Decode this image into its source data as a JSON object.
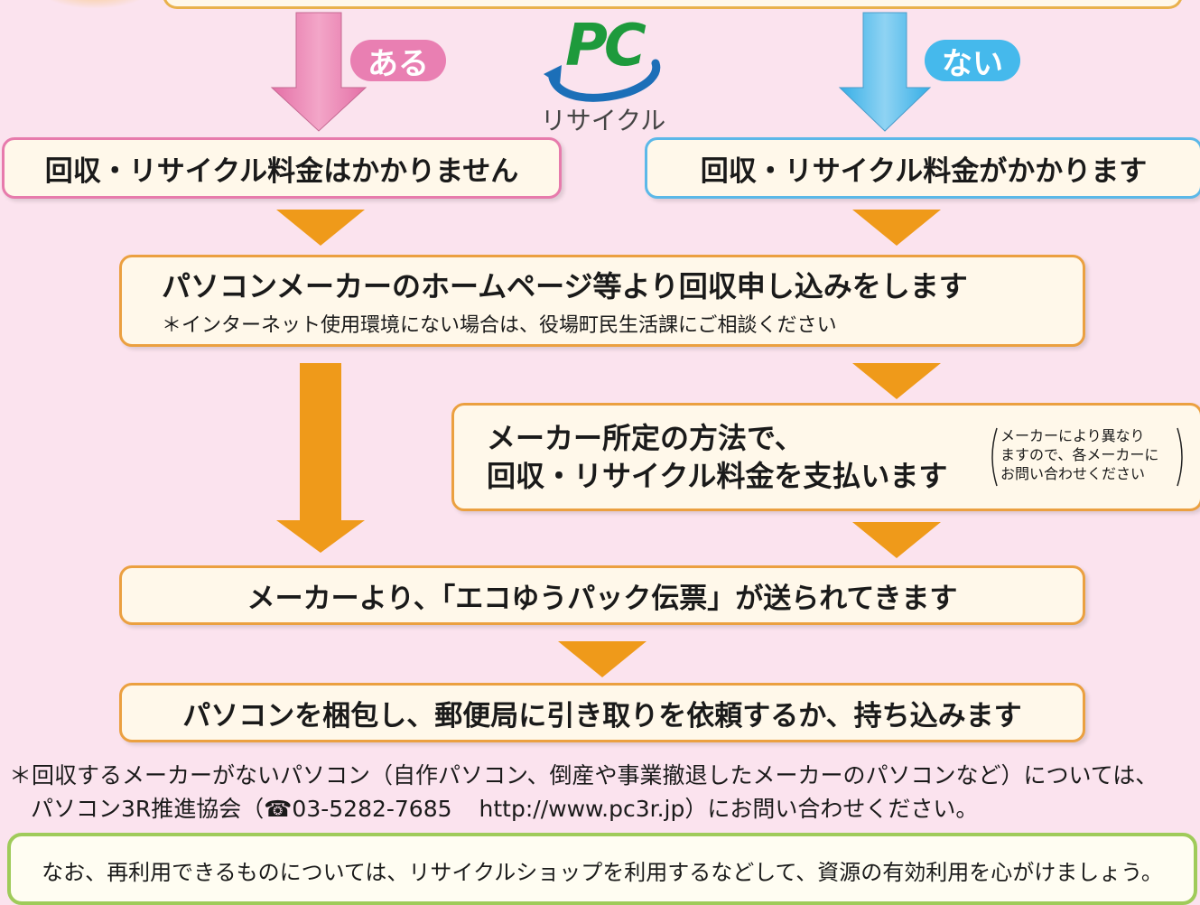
{
  "branch": {
    "yes_label": "ある",
    "no_label": "ない",
    "yes_color": "#e97fb2",
    "no_color": "#45b9ec"
  },
  "logo": {
    "mark": "PC",
    "caption": "リサイクル",
    "mark_color": "#1e9a3c",
    "swoosh_color": "#1c6fb8"
  },
  "boxes": {
    "no_fee": "回収・リサイクル料金はかかりません",
    "fee": "回収・リサイクル料金がかかります",
    "apply_title": "パソコンメーカーのホームページ等より回収申し込みをします",
    "apply_note": "＊インターネット使用環境にない場合は、役場町民生活課にご相談ください",
    "pay_line1": "メーカー所定の方法で、",
    "pay_line2": "回収・リサイクル料金を支払います",
    "pay_note_line1": "メーカーにより異なり",
    "pay_note_line2": "ますので、各メーカーに",
    "pay_note_line3": "お問い合わせください",
    "slip": "メーカーより、「エコゆうパック伝票」が送られてきます",
    "pack": "パソコンを梱包し、郵便局に引き取りを依頼するか、持ち込みます"
  },
  "footnote": {
    "line1": "＊回収するメーカーがないパソコン（自作パソコン、倒産や事業撤退したメーカーのパソコンなど）については、",
    "line2_pre": "パソコン3R推進協会（",
    "phone_icon": "phone-icon",
    "phone": "03-5282-7685",
    "url": "http://www.pc3r.jp",
    "line2_post": "）にお問い合わせください。"
  },
  "bottom_note": "なお、再利用できるものについては、リサイクルショップを利用するなどして、資源の有効利用を心がけましょう。",
  "colors": {
    "background": "#fbe3ee",
    "arrow_orange": "#ef9a1a",
    "box_fill": "#fff8ea",
    "green_border": "#9fcb5a"
  }
}
